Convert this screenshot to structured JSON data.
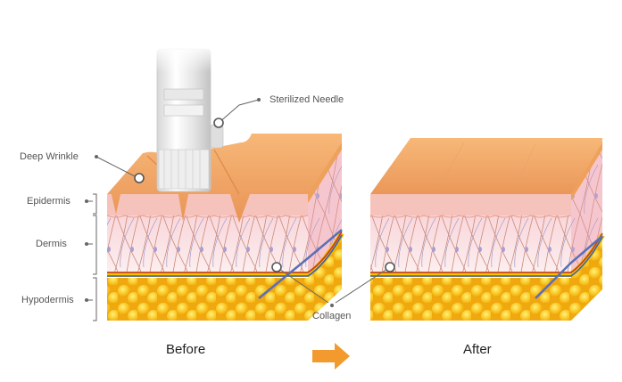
{
  "labels": {
    "needle": "Sterilized Needle",
    "wrinkle": "Deep Wrinkle",
    "epidermis": "Epidermis",
    "dermis": "Dermis",
    "hypodermis": "Hypodermis",
    "collagen": "Collagen"
  },
  "captions": {
    "before": "Before",
    "after": "After"
  },
  "colors": {
    "skin_top": "#f3a867",
    "epidermis": "#f6c8c2",
    "dermis": "#fbe3e8",
    "fat": "#f6b81a",
    "fibers": "#c9826f",
    "arrow": "#f39a2e"
  }
}
